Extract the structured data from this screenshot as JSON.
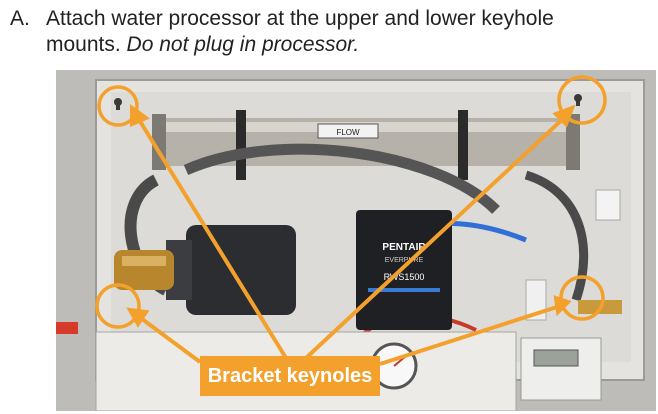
{
  "instruction": {
    "step_letter": "A.",
    "line1": "Attach water processor at the upper and lower keyhole",
    "line2_plain": "mounts.",
    "line2_emphasis": "Do not plug in processor."
  },
  "photo": {
    "brand_text": "PENTAIR",
    "brand_sub": "EVERPURE",
    "model_text": "RWS1500",
    "vessel_label": "FLOW",
    "callout_label": "Bracket keynoles"
  },
  "colors": {
    "accent": "#f3a12c",
    "text": "#222222"
  }
}
